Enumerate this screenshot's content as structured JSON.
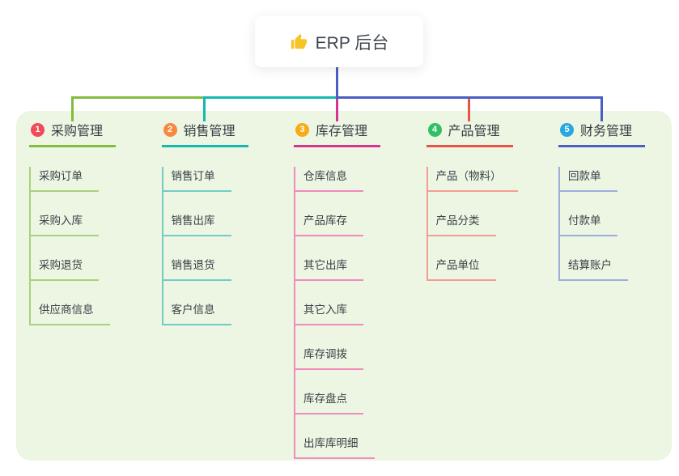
{
  "root": {
    "title": "ERP 后台",
    "icon": "thumbs-up-icon"
  },
  "canvas": {
    "background": "#ffffff",
    "panel_background": "#ecf6e3",
    "root_text_color": "#3d4650",
    "branch_text_color": "#363d44",
    "child_text_color": "#3a4147"
  },
  "connector": {
    "root_line_color": "#4a5ec5",
    "bus_segment_colors": [
      "#82bc3f",
      "#14b8ae",
      "#4a5ec5"
    ]
  },
  "branches": [
    {
      "number": "1",
      "label": "采购管理",
      "badge_color": "#f04b57",
      "line_color": "#82bc3f",
      "child_line_color": "#a9d17f",
      "children": [
        "采购订单",
        "采购入库",
        "采购退货",
        "供应商信息"
      ]
    },
    {
      "number": "2",
      "label": "销售管理",
      "badge_color": "#f8883f",
      "line_color": "#14b8ae",
      "child_line_color": "#72ccc5",
      "children": [
        "销售订单",
        "销售出库",
        "销售退货",
        "客户信息"
      ]
    },
    {
      "number": "3",
      "label": "库存管理",
      "badge_color": "#f6ac17",
      "line_color": "#d63490",
      "child_line_color": "#f18abd",
      "children": [
        "仓库信息",
        "产品库存",
        "其它出库",
        "其它入库",
        "库存调拨",
        "库存盘点",
        "出库库明细"
      ]
    },
    {
      "number": "4",
      "label": "产品管理",
      "badge_color": "#33bf63",
      "line_color": "#ea5447",
      "child_line_color": "#f49e93",
      "children": [
        "产品（物料）",
        "产品分类",
        "产品单位"
      ]
    },
    {
      "number": "5",
      "label": "财务管理",
      "badge_color": "#2aa7de",
      "line_color": "#4a5ec5",
      "child_line_color": "#9daede",
      "children": [
        "回款单",
        "付款单",
        "结算账户"
      ]
    }
  ]
}
